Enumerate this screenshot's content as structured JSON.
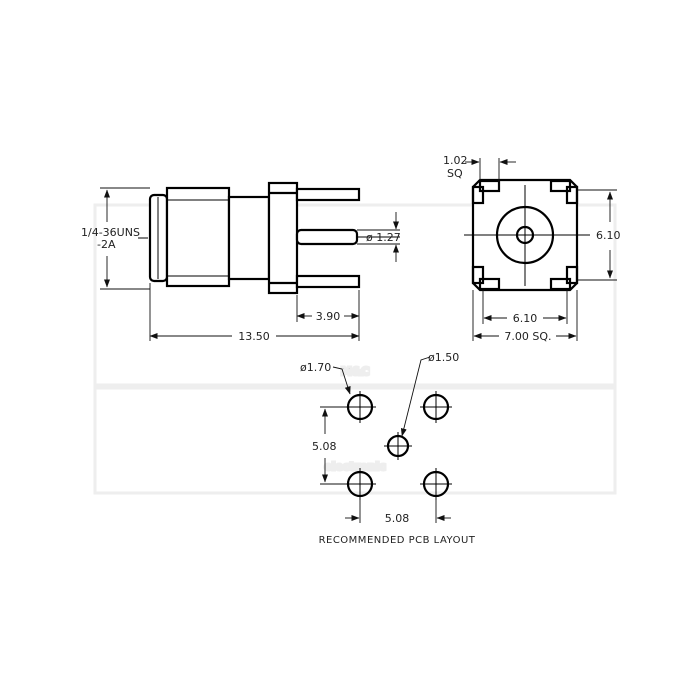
{
  "watermark": {
    "logo": "M&C",
    "company": "electronic",
    "color": "#eeeeee"
  },
  "side_view": {
    "thread_label_line1": "1/4-36UNS",
    "thread_label_line2": "-2A",
    "pin_diameter": "ø 1.27",
    "pin_length": "3.90",
    "overall_length": "13.50"
  },
  "front_view": {
    "corner_pad_line1": "1.02",
    "corner_pad_line2": "SQ",
    "pad_height": "6.10",
    "pad_width": "6.10",
    "body_width": "7.00  SQ."
  },
  "pcb_layout": {
    "ground_hole_diameter": "ø1.70",
    "center_hole_diameter": "ø1.50",
    "vertical_pitch": "5.08",
    "horizontal_pitch": "5.08",
    "caption": "RECOMMENDED  PCB  LAYOUT"
  }
}
